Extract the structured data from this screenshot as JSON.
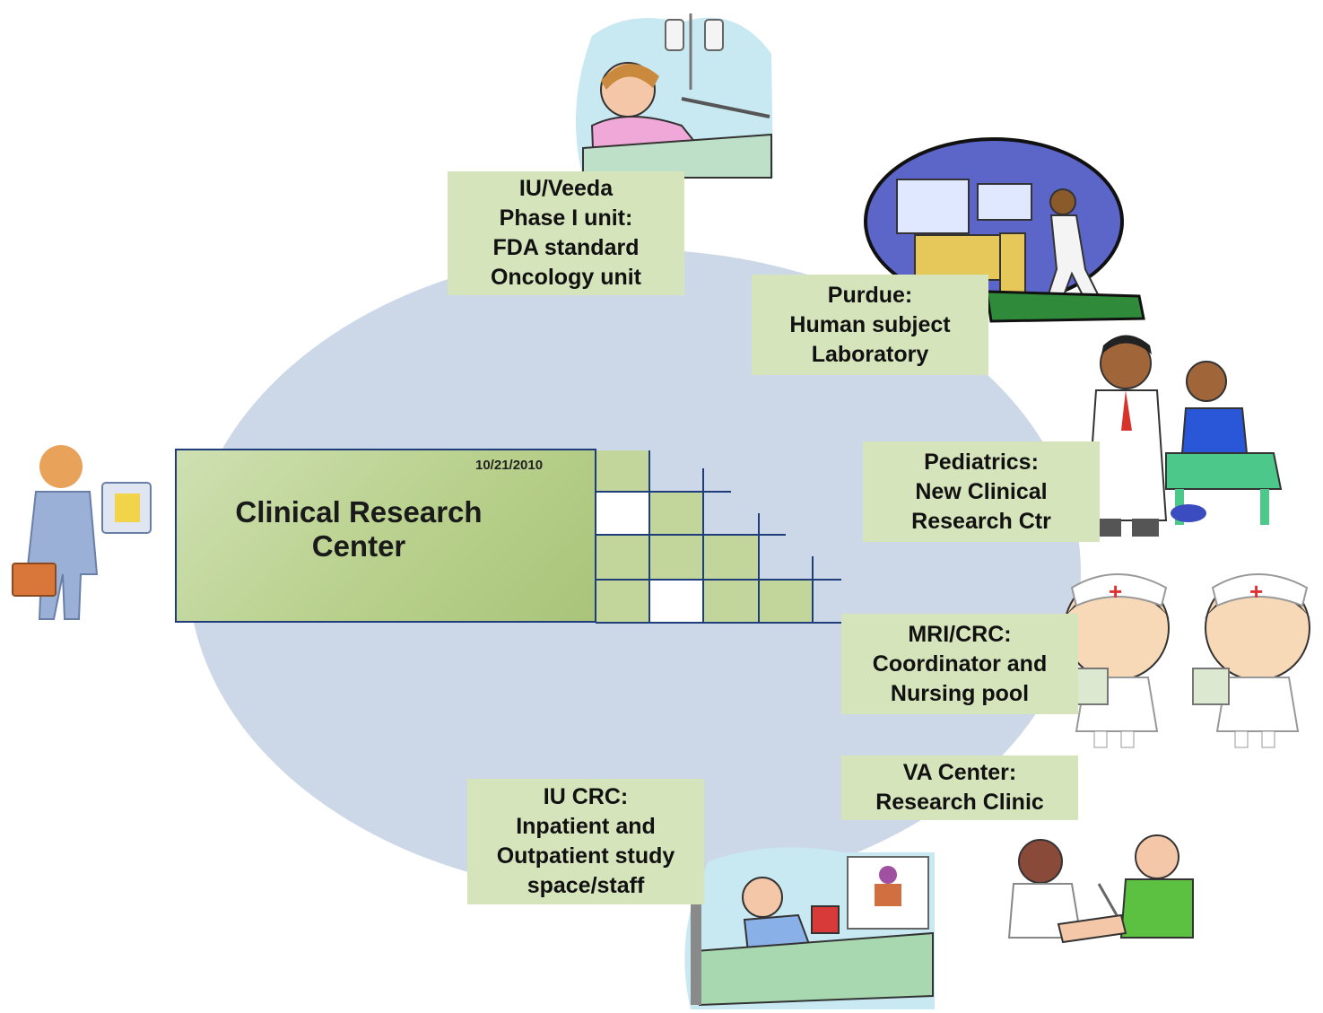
{
  "center": {
    "date": "10/21/2010",
    "title_line1": "Clinical Research",
    "title_line2": "Center"
  },
  "nodes": [
    {
      "id": "iu-veeda",
      "lines": [
        "IU/Veeda",
        "Phase I unit:",
        "FDA standard",
        "Oncology unit"
      ]
    },
    {
      "id": "purdue",
      "lines": [
        "Purdue:",
        "Human subject",
        "Laboratory"
      ]
    },
    {
      "id": "pediatrics",
      "lines": [
        "Pediatrics:",
        "New Clinical",
        "Research Ctr"
      ]
    },
    {
      "id": "mri-crc",
      "lines": [
        "MRI/CRC:",
        "Coordinator and",
        "Nursing pool"
      ]
    },
    {
      "id": "va-center",
      "lines": [
        "VA Center:",
        "Research Clinic"
      ]
    },
    {
      "id": "iu-crc",
      "lines": [
        "IU CRC:",
        "Inpatient and",
        "Outpatient study",
        "space/staff"
      ]
    }
  ],
  "colors": {
    "ellipse": "#ccd8e8",
    "label_bg": "#d6e4bc",
    "center_border": "#1f3d7a"
  },
  "icons": [
    "businessman-icon",
    "hospital-bed-patient-icon",
    "treadmill-lab-icon",
    "doctor-child-icon",
    "nurses-icon",
    "hospital-reading-patient-icon",
    "blood-draw-icon"
  ]
}
